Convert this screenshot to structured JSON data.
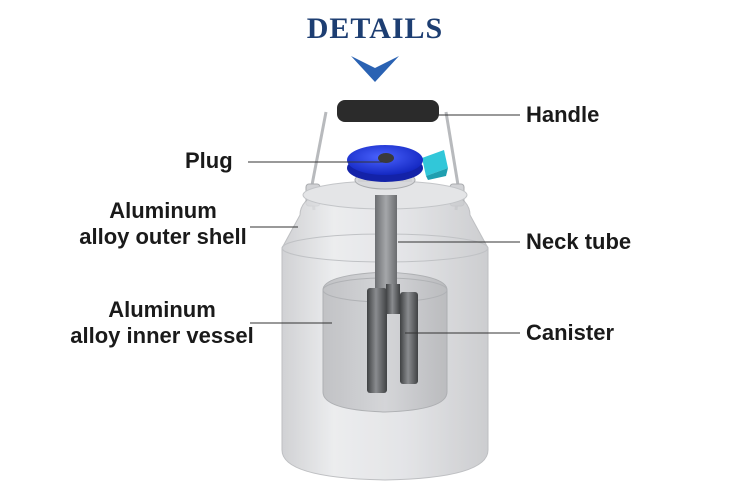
{
  "header": {
    "title": "DETAILS"
  },
  "labels": {
    "handle": "Handle",
    "plug": "Plug",
    "outer_shell_line1": "Aluminum",
    "outer_shell_line2": "alloy outer shell",
    "neck_tube": "Neck tube",
    "inner_vessel_line1": "Aluminum",
    "inner_vessel_line2": "alloy inner vessel",
    "canister": "Canister"
  },
  "colors": {
    "title": "#1d3e72",
    "chevron": "#2a62b3",
    "plug": "#1f33d6",
    "handle": "#2b2b2b",
    "valve": "#31c7d9",
    "body": "#d9dadd"
  }
}
